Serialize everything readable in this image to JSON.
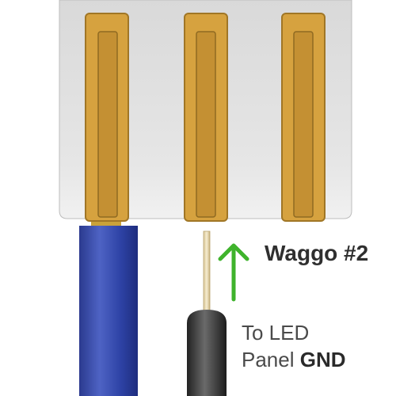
{
  "connector": {
    "name": "Waggo #2",
    "slot_count": 3
  },
  "destination": {
    "prefix_line1": "To LED",
    "prefix_line2": "Panel",
    "emphasis": "GND"
  },
  "wires": [
    {
      "id": "blue-wire",
      "color": "#2c3f9e",
      "inserted_slot": 1
    },
    {
      "id": "black-wire",
      "color": "#3a3a3a",
      "inserted_slot": null,
      "direction": "up"
    }
  ],
  "colors": {
    "housing": "#e3e3e3",
    "lever": "#d4a03f",
    "lever_border": "#9b7428",
    "arrow": "#3fb32c",
    "bare_wire": "#ecdcb2"
  },
  "icons": [
    "arrow-up-icon"
  ]
}
